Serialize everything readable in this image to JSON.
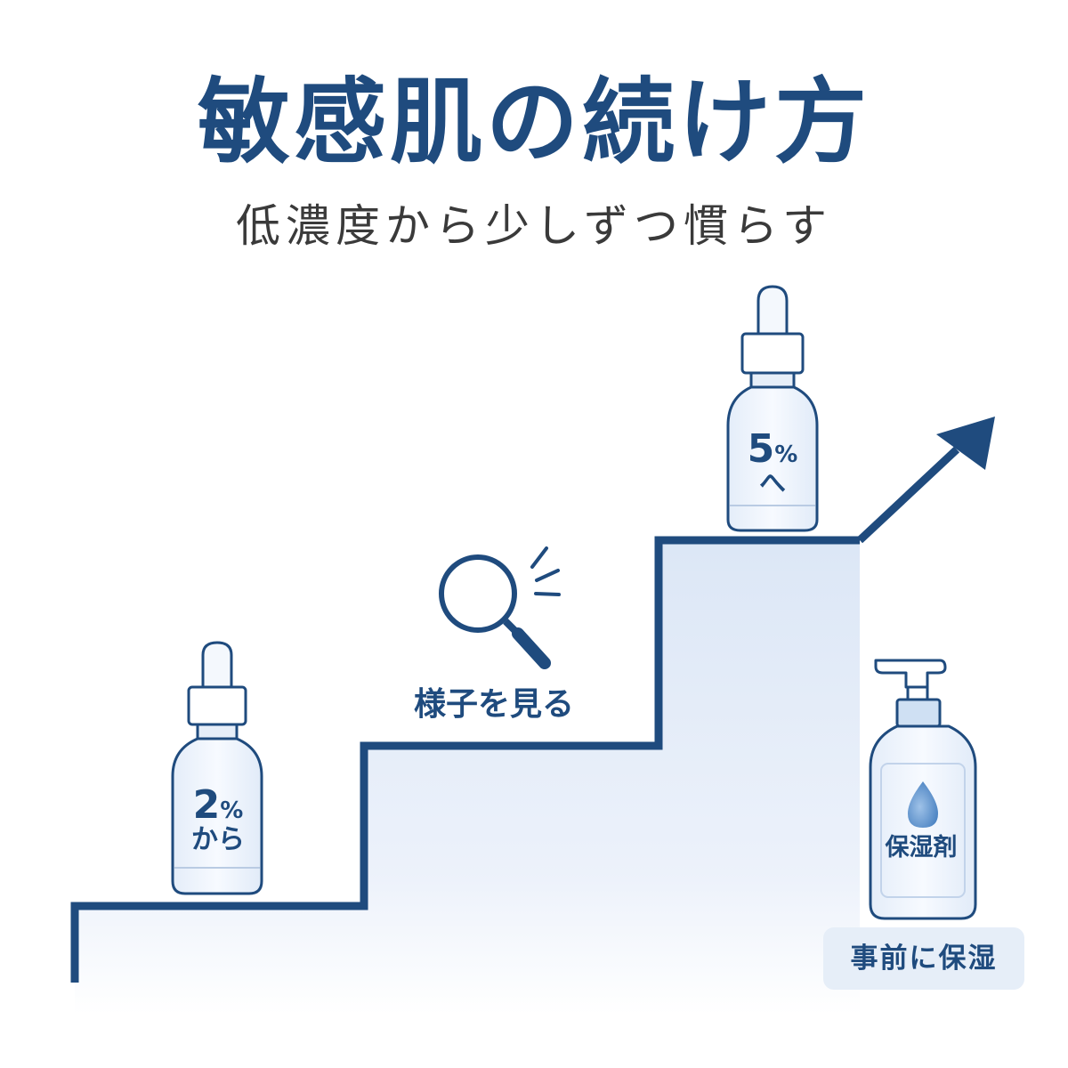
{
  "title": "敏感肌の続け方",
  "subtitle": "低濃度から少しずつ慣らす",
  "colors": {
    "primary": "#1f4b7e",
    "text": "#3a3a3a",
    "fill_light": "#dde7f6",
    "bottle_fill": "#edf3fb",
    "cap_fill": "#dce8f6"
  },
  "steps": {
    "bottle_start": {
      "value": "2",
      "unit": "%",
      "suffix": "から"
    },
    "observe": {
      "icon": "magnifier-icon",
      "label": "様子を見る"
    },
    "bottle_goal": {
      "value": "5",
      "unit": "%",
      "suffix": "へ"
    }
  },
  "moisturizer": {
    "icon": "water-drop-icon",
    "bottle_label": "保湿剤",
    "tip": "事前に保湿"
  }
}
